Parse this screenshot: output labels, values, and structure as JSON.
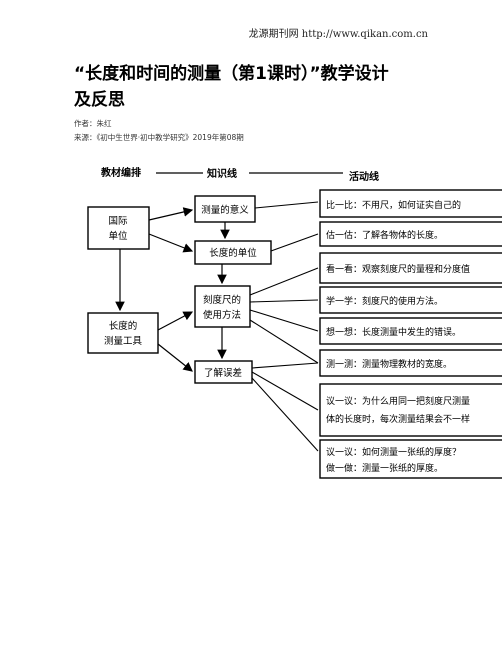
{
  "header": {
    "site": "龙源期刊网 http://www.qikan.com.cn"
  },
  "article": {
    "title_line1": "“长度和时间的测量（第1课时）”教学设计",
    "title_line2": "及反思",
    "author": "作者：朱红",
    "source": "来源：《初中生世界·初中教学研究》2019年第08期"
  },
  "diagram": {
    "columns": {
      "textbook": "教材编排",
      "knowledge": "知识线",
      "activity": "活动线"
    },
    "textbook_boxes": [
      "国际",
      "单位",
      "长度的",
      "测量工具"
    ],
    "knowledge_boxes": [
      "测量的意义",
      "长度的单位",
      "刻度尺的",
      "使用方法",
      "了解误差"
    ],
    "activity_boxes": [
      "比一比：不用尺，如何证实自己的",
      "估一估：了解各物体的长度。",
      "看一看：观察刻度尺的量程和分度值",
      "学一学：刻度尺的使用方法。",
      "想一想：长度测量中发生的错误。",
      "测一测：测量物理教材的宽度。",
      "议一议：为什么用同一把刻度尺测量",
      "体的长度时，每次测量结果会不一样",
      "议一议：如何测量一张纸的厚度？",
      "做一做：测量一张纸的厚度。"
    ]
  }
}
